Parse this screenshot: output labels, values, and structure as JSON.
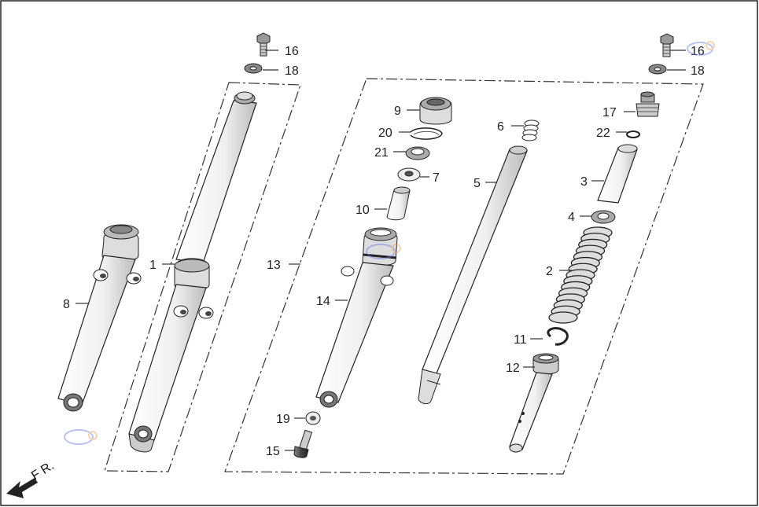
{
  "diagram": {
    "fr_label": "F R.",
    "callouts": {
      "c1": "1",
      "c2": "2",
      "c3": "3",
      "c4": "4",
      "c5": "5",
      "c6": "6",
      "c7": "7",
      "c8": "8",
      "c9": "9",
      "c10": "10",
      "c11": "11",
      "c12": "12",
      "c13": "13",
      "c14": "14",
      "c15": "15",
      "c16a": "16",
      "c16b": "16",
      "c17": "17",
      "c18a": "18",
      "c18b": "18",
      "c19": "19",
      "c20": "20",
      "c21": "21",
      "c22": "22"
    }
  },
  "colors": {
    "line": "#222222",
    "part_fill": "#ffffff",
    "shade": "#cccccc",
    "dark": "#555555",
    "watermark_red": "#e04040",
    "watermark_blue": "#6a7ad8",
    "watermark_orange": "#e8a060"
  }
}
